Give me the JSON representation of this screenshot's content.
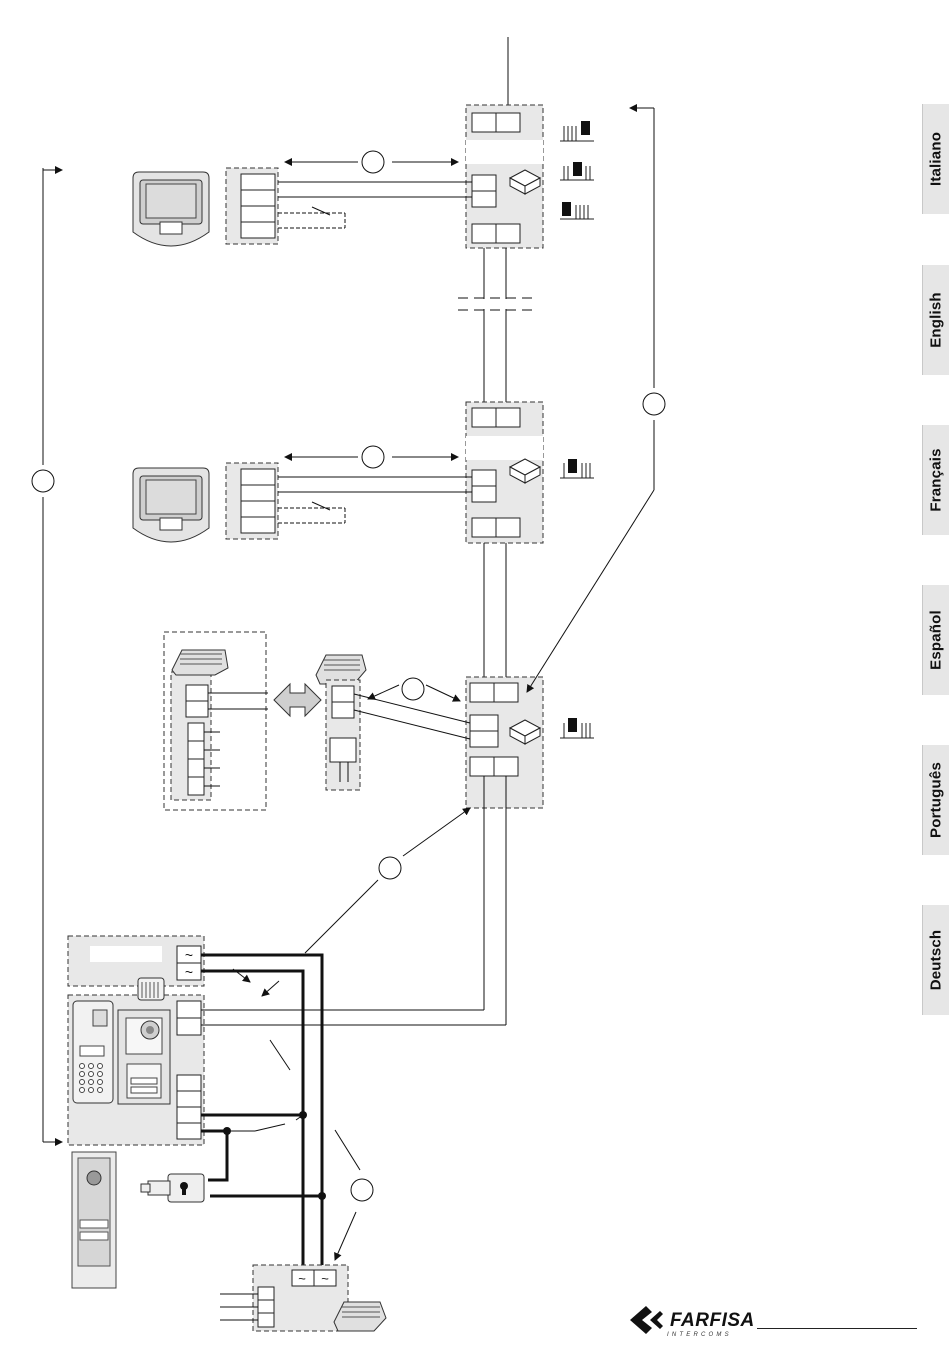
{
  "language_tabs": [
    "Italiano",
    "English",
    "Français",
    "Español",
    "Português",
    "Deutsch"
  ],
  "brand": {
    "name": "FARFISA",
    "tagline": "INTERCOMS"
  },
  "symbols": {
    "ac": "~"
  }
}
